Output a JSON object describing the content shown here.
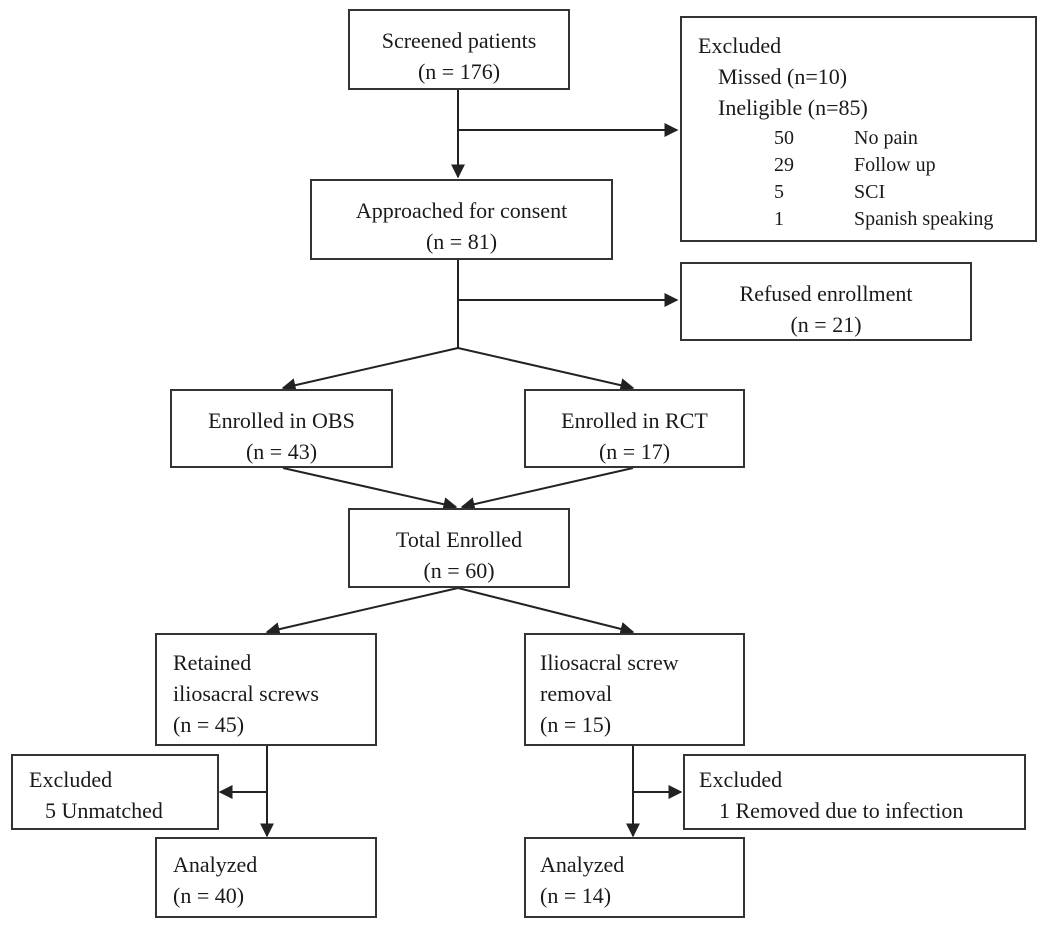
{
  "screened": {
    "title": "Screened patients",
    "n": "(n = 176)"
  },
  "excluded1": {
    "title": "Excluded",
    "missed": "Missed (n=10)",
    "ineligible": "Ineligible (n=85)",
    "reasons": [
      {
        "count": "50",
        "label": "No pain"
      },
      {
        "count": "29",
        "label": "Follow up"
      },
      {
        "count": "5",
        "label": "SCI"
      },
      {
        "count": "1",
        "label": "Spanish speaking"
      }
    ]
  },
  "approached": {
    "title": "Approached for consent",
    "n": "(n = 81)"
  },
  "refused": {
    "title": "Refused enrollment",
    "n": "(n = 21)"
  },
  "obs": {
    "title": "Enrolled in OBS",
    "n": "(n = 43)"
  },
  "rct": {
    "title": "Enrolled in RCT",
    "n": "(n = 17)"
  },
  "total": {
    "title": "Total Enrolled",
    "n": "(n = 60)"
  },
  "retained": {
    "line1": "Retained",
    "line2": "iliosacral screws",
    "n": "(n = 45)"
  },
  "removal": {
    "line1": "Iliosacral screw",
    "line2": "removal",
    "n": "(n = 15)"
  },
  "excluded_left": {
    "title": "Excluded",
    "detail": "5 Unmatched"
  },
  "excluded_right": {
    "title": "Excluded",
    "detail": "1 Removed due to infection"
  },
  "analyzed_left": {
    "title": "Analyzed",
    "n": "(n = 40)"
  },
  "analyzed_right": {
    "title": "Analyzed",
    "n": "(n = 14)"
  }
}
